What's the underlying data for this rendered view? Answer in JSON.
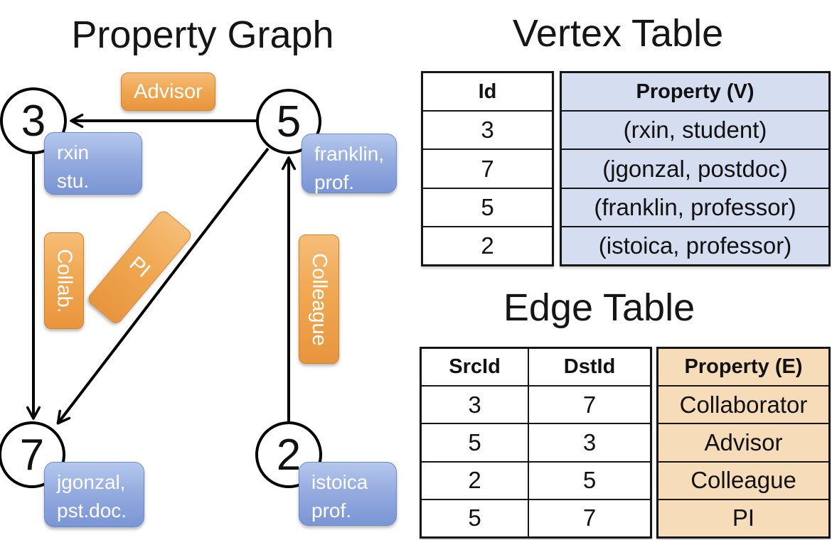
{
  "graph": {
    "title": "Property Graph",
    "nodes": [
      {
        "id": "3"
      },
      {
        "id": "5"
      },
      {
        "id": "7"
      },
      {
        "id": "2"
      }
    ],
    "edge_labels": {
      "advisor": "Advisor",
      "collab": "Collab.",
      "pi": "PI",
      "colleague": "Colleague"
    },
    "vertex_props": {
      "v3": {
        "line1": "rxin",
        "line2": "stu."
      },
      "v5": {
        "line1": "franklin,",
        "line2": "prof."
      },
      "v7": {
        "line1": "jgonzal,",
        "line2": "pst.doc."
      },
      "v2": {
        "line1": "istoica",
        "line2": "prof."
      }
    }
  },
  "vertex_table": {
    "title": "Vertex Table",
    "headers": {
      "id": "Id",
      "property": "Property (V)"
    },
    "rows": [
      {
        "id": "3",
        "property": "(rxin, student)"
      },
      {
        "id": "7",
        "property": "(jgonzal, postdoc)"
      },
      {
        "id": "5",
        "property": "(franklin, professor)"
      },
      {
        "id": "2",
        "property": "(istoica, professor)"
      }
    ]
  },
  "edge_table": {
    "title": "Edge Table",
    "headers": {
      "src": "SrcId",
      "dst": "DstId",
      "property": "Property (E)"
    },
    "rows": [
      {
        "src": "3",
        "dst": "7",
        "property": "Collaborator"
      },
      {
        "src": "5",
        "dst": "3",
        "property": "Advisor"
      },
      {
        "src": "2",
        "dst": "5",
        "property": "Colleague"
      },
      {
        "src": "5",
        "dst": "7",
        "property": "PI"
      }
    ]
  },
  "colors": {
    "edge_label_fill": "#f0a852",
    "vertex_box_fill": "#96acdf",
    "vertex_cell_fill": "#d5def0",
    "edge_cell_fill": "#f7dcb9",
    "line": "#000000"
  }
}
